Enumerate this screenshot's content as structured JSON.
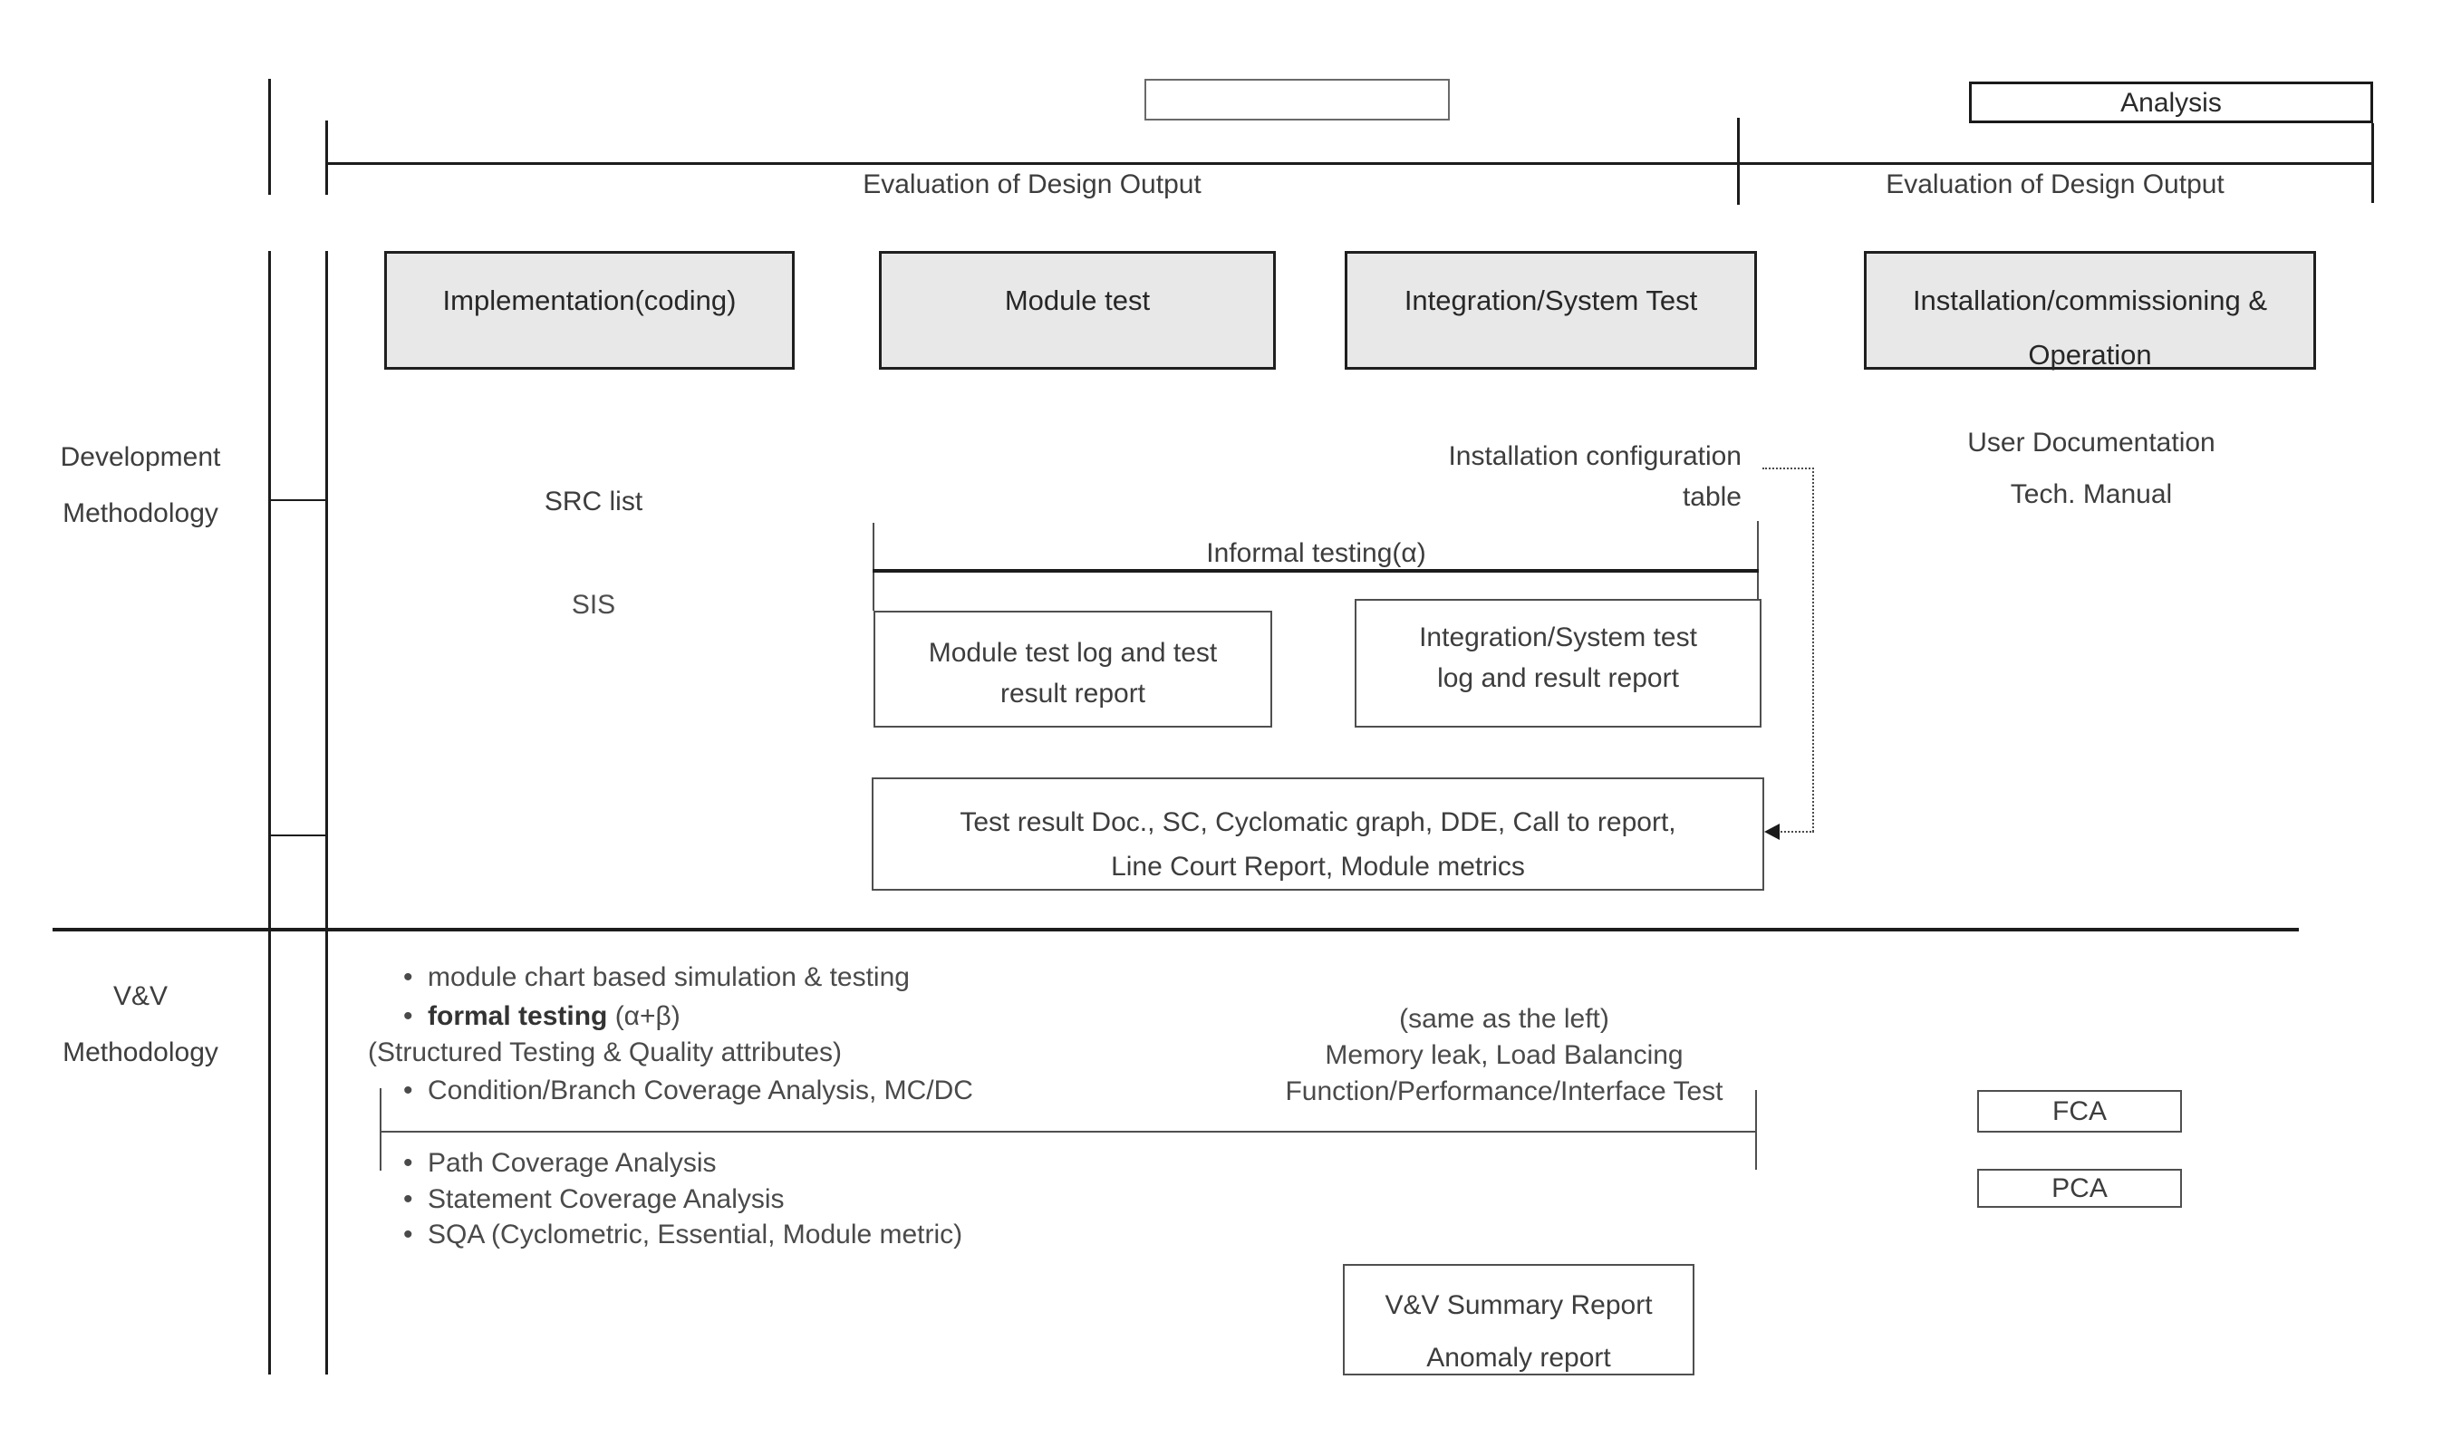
{
  "header": {
    "analysis_label": "Analysis",
    "eval_left_label": "Evaluation of Design Output",
    "eval_right_label": "Evaluation of Design Output"
  },
  "phases": {
    "implementation": "Implementation(coding)",
    "module_test": "Module test",
    "integration_test": "Integration/System Test",
    "installation_line1": "Installation/commissioning &",
    "installation_line2": "Operation"
  },
  "development": {
    "row_label_line1": "Development",
    "row_label_line2": "Methodology",
    "src_list": "SRC list",
    "sis": "SIS",
    "install_config_line1": "Installation configuration",
    "install_config_line2": "table",
    "user_doc": "User Documentation",
    "tech_manual": "Tech. Manual",
    "informal_testing": "Informal testing(α)",
    "module_log_line1": "Module test log and test",
    "module_log_line2": "result report",
    "integration_log_line1": "Integration/System test",
    "integration_log_line2": "log and result report",
    "test_result_line1": "Test result Doc., SC, Cyclomatic graph, DDE, Call to report,",
    "test_result_line2": "Line Court Report, Module metrics"
  },
  "vv": {
    "row_label_line1": "V&V",
    "row_label_line2": "Methodology",
    "bullet_marker": "•",
    "items_left": {
      "module_chart": "module chart based simulation & testing",
      "formal_testing_bold": "formal testing",
      "formal_testing_rest": " (α+β)",
      "structured_note": "(Structured Testing & Quality attributes)",
      "condition_branch": "Condition/Branch Coverage Analysis, MC/DC",
      "path_coverage": "Path Coverage Analysis",
      "statement_coverage": "Statement Coverage Analysis",
      "sqa": "SQA (Cyclometric, Essential, Module metric)"
    },
    "items_right": {
      "same_as_left": "(same as the left)",
      "memory_leak": "Memory leak, Load Balancing",
      "function_perf": "Function/Performance/Interface Test"
    },
    "fca": "FCA",
    "pca": "PCA",
    "summary_line1": "V&V Summary Report",
    "summary_line2": "Anomaly report"
  },
  "colors": {
    "phase_box_fill": "#e8e8e8",
    "line_color": "#1c1c1c",
    "text_color": "#3d3d3d"
  }
}
